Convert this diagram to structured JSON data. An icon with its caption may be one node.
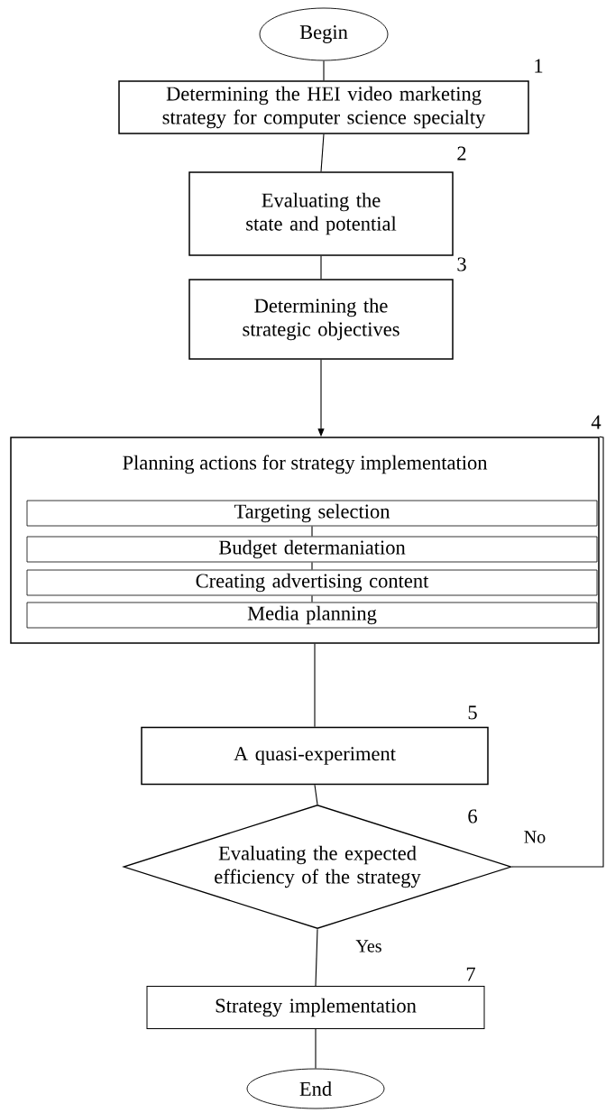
{
  "diagram": {
    "nodes": [
      {
        "text": [
          "Begin"
        ]
      },
      {
        "text": [
          "Determining the HEI video marketing strategy for computer science specialty"
        ],
        "beside": [
          "1"
        ]
      },
      {
        "text": [
          "Evaluating the state and potential"
        ],
        "beside": [
          "2"
        ]
      },
      {
        "text": [
          "Determining the strategic objectives"
        ],
        "beside": [
          "3"
        ]
      },
      {
        "text": [
          "Planning actions for strategy implementation"
        ],
        "beside": [
          "4"
        ]
      },
      {
        "text": [
          "Targeting selection"
        ],
        "in": 4
      },
      {
        "text": [
          "Budget determaniation"
        ],
        "in": 4
      },
      {
        "text": [
          "Creating advertising content"
        ],
        "in": 4
      },
      {
        "text": [
          "Media planning"
        ],
        "in": 4
      },
      {
        "text": [
          "A quasi-experiment"
        ],
        "beside": [
          "5"
        ]
      },
      {
        "text": [
          "Evaluating the expected efficiency of the strategy"
        ],
        "beside": [
          "6"
        ]
      },
      {
        "text": [
          "Strategy implementation"
        ],
        "beside": [
          "7"
        ]
      },
      {
        "text": [
          "End"
        ]
      }
    ],
    "edges": [
      {
        "from": 0,
        "to": 1,
        "arrow": "none"
      },
      {
        "from": 1,
        "to": 2,
        "arrow": "none"
      },
      {
        "from": 2,
        "to": 3,
        "arrow": "none"
      },
      {
        "from": 3,
        "to": 4,
        "arrow": "to"
      },
      {
        "from": 5,
        "to": 6,
        "arrow": "none"
      },
      {
        "from": 6,
        "to": 7,
        "arrow": "none"
      },
      {
        "from": 7,
        "to": 8,
        "arrow": "none"
      },
      {
        "from": 4,
        "to": 9,
        "arrow": "none"
      },
      {
        "from": 9,
        "to": 10,
        "arrow": "none"
      },
      {
        "from": 10,
        "to": 11,
        "arrow": "none",
        "label": "Yes"
      },
      {
        "from": 10,
        "to": 4,
        "arrow": "none",
        "label": "No"
      },
      {
        "from": 11,
        "to": 12,
        "arrow": "none"
      }
    ]
  }
}
